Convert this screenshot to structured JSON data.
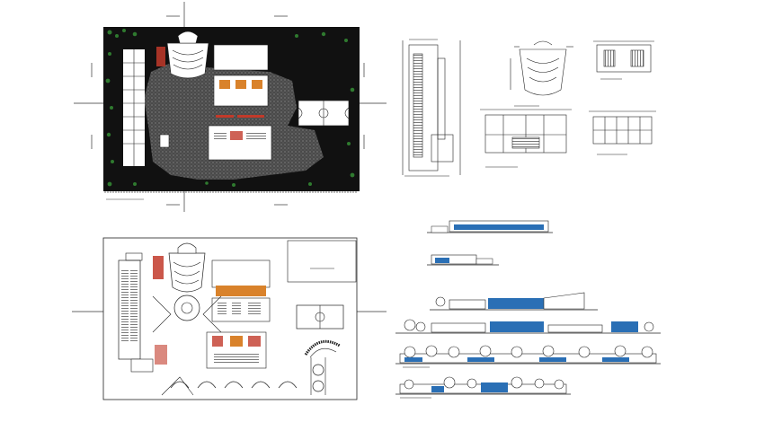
{
  "sheet": {
    "background": "#ffffff",
    "site_fill": "#111111",
    "hatch_color": "#8a8a8a",
    "tree_color": "#2f7a2f",
    "accent_red": "#c23a2a",
    "accent_orange": "#d9822b",
    "elevation_blue": "#2a6fb5",
    "line_color": "#222222"
  },
  "drawings": {
    "site_plan": {
      "kind": "site plan"
    },
    "plan_right_1": {
      "kind": "floor plan"
    },
    "plan_right_2": {
      "kind": "auditorium plan"
    },
    "plan_right_3": {
      "kind": "floor plan"
    },
    "plan_right_4": {
      "kind": "floor plan"
    },
    "plan_right_5": {
      "kind": "floor plan"
    },
    "ground_plan": {
      "kind": "floor plan"
    },
    "elevations": {
      "kind": "elevations",
      "count": 6
    }
  }
}
